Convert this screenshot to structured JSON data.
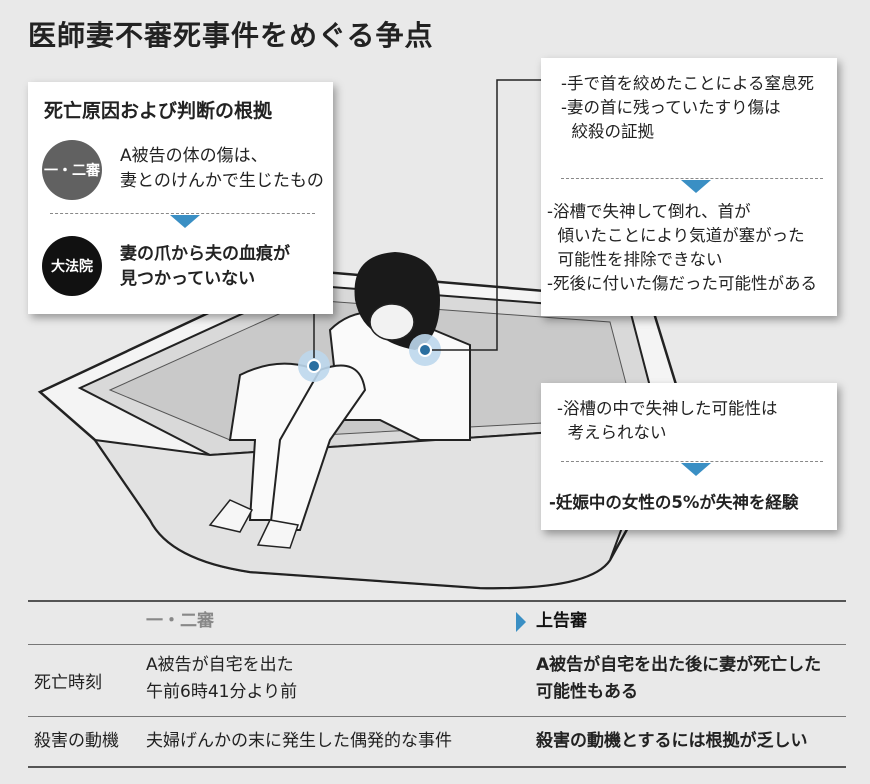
{
  "title": "医師妻不審死事件をめぐる争点",
  "left_card": {
    "title": "死亡原因および判断の根拠",
    "lower_court_badge": "一・二審",
    "lower_court_text": [
      "A被告の体の傷は、",
      "妻とのけんかで生じたもの"
    ],
    "supreme_badge": "大法院",
    "supreme_text": [
      "妻の爪から夫の血痕が",
      "見つかっていない"
    ]
  },
  "right_card_1": {
    "top": [
      "-手で首を絞めたことによる窒息死",
      "-妻の首に残っていたすり傷は",
      "  絞殺の証拠"
    ],
    "bottom": [
      "-浴槽で失神して倒れ、首が",
      "  傾いたことにより気道が塞がった",
      "  可能性を排除できない",
      "-死後に付いた傷だった可能性がある"
    ]
  },
  "right_card_2": {
    "top": [
      "-浴槽の中で失神した可能性は",
      "  考えられない"
    ],
    "bottom": "-妊娠中の女性の5%が失神を経験"
  },
  "table": {
    "col_lower": "一・二審",
    "col_appeal": "上告審",
    "rows": [
      {
        "label": "死亡時刻",
        "lower": [
          "A被告が自宅を出た",
          "午前6時41分より前"
        ],
        "appeal": [
          "A被告が自宅を出た後に妻が死亡した",
          "可能性もある"
        ]
      },
      {
        "label": "殺害の動機",
        "lower": [
          "夫婦げんかの末に発生した偶発的な事件"
        ],
        "appeal": [
          "殺害の動機とするには根拠が乏しい"
        ]
      }
    ]
  },
  "colors": {
    "accent": "#3a8fc4",
    "background": "#e9e9e9"
  }
}
